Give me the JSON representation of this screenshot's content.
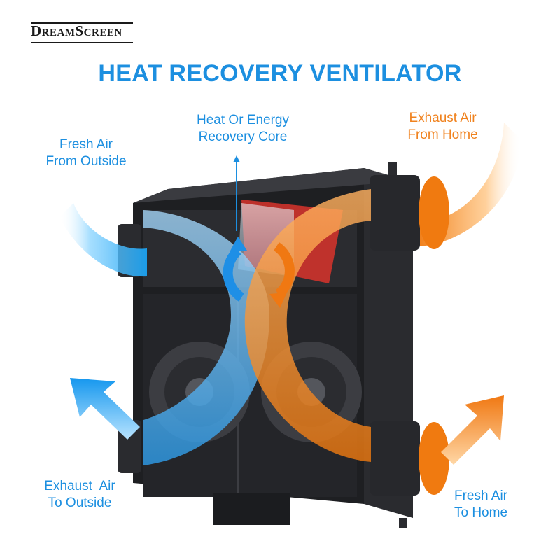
{
  "brand": {
    "name": "DreamScreen"
  },
  "header": {
    "title": "HEAT RECOVERY VENTILATOR"
  },
  "labels": {
    "fresh_air_outside": {
      "line1": "Fresh Air",
      "line2": "From Outside"
    },
    "recovery_core": {
      "line1": "Heat Or Energy",
      "line2": "Recovery Core"
    },
    "exhaust_air_home": {
      "line1": "Exhaust Air",
      "line2": "From Home"
    },
    "exhaust_air_outside": {
      "line1": "Exhaust  Air",
      "line2": "To Outside"
    },
    "fresh_air_home": {
      "line1": "Fresh Air",
      "line2": "To Home"
    }
  },
  "colors": {
    "title_blue": "#1c8fe0",
    "fresh_air_blue": "#2aa8f0",
    "exhaust_air_orange": "#f0821e",
    "unit_body": "#1e1f22",
    "core_red": "#d9342b"
  },
  "icons": [
    "recycle-arrows-icon",
    "up-left-arrow-icon",
    "up-right-arrow-icon"
  ]
}
